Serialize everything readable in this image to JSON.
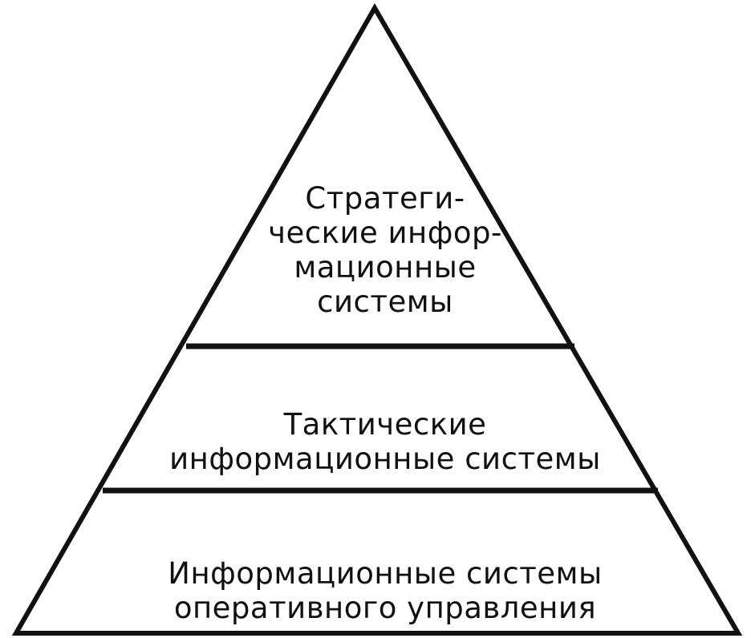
{
  "pyramid": {
    "levels": [
      {
        "id": "strategic",
        "lines": [
          "Стратеги-",
          "ческие инфор-",
          "мационные",
          "системы"
        ]
      },
      {
        "id": "tactical",
        "lines": [
          "Тактические",
          "информационные системы"
        ]
      },
      {
        "id": "operational",
        "lines": [
          "Информационные системы",
          "оперативного управления"
        ]
      }
    ]
  },
  "colors": {
    "stroke": "#111111",
    "background": "#ffffff"
  }
}
